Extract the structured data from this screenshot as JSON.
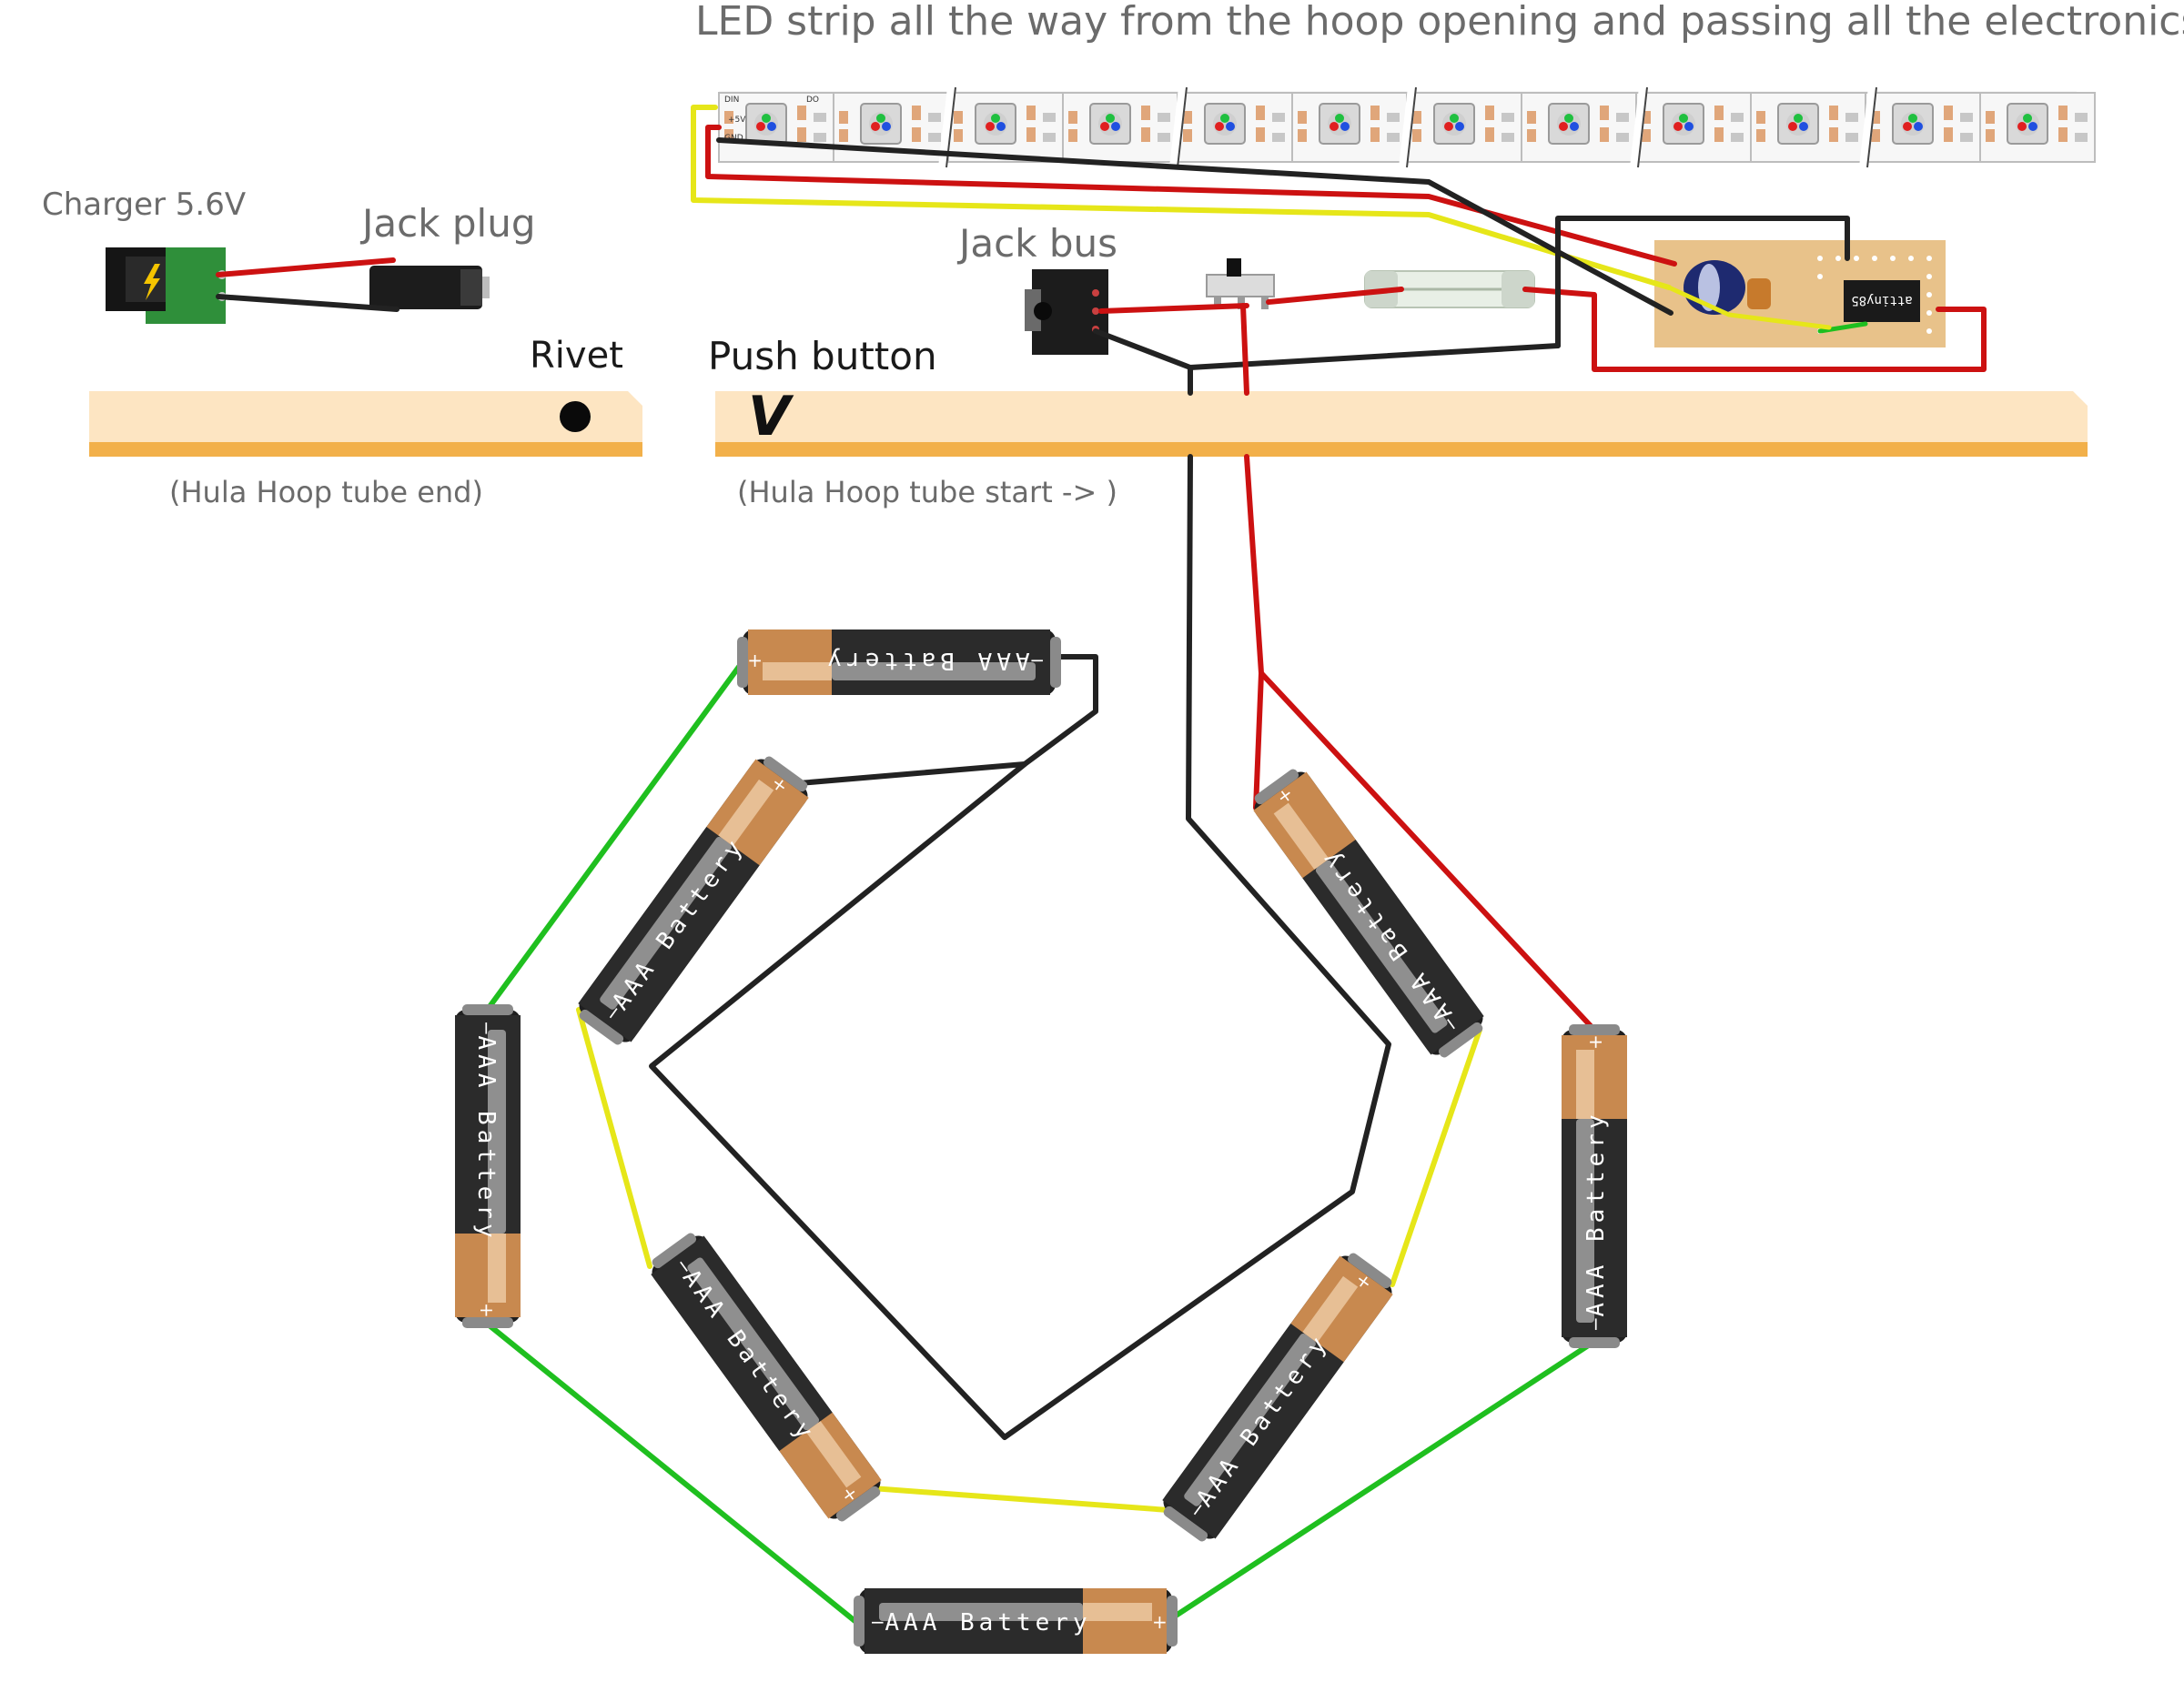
{
  "labels": {
    "strip": "LED strip all the way from the hoop opening and passing all the electronics",
    "charger": "Charger 5.6V",
    "jack_plug": "Jack plug",
    "jack_bus": "Jack bus",
    "rivet": "Rivet",
    "push_button": "Push button",
    "tube_end": "(Hula Hoop tube end)",
    "tube_start": "(Hula Hoop tube start -> )",
    "push_button_mark": "V"
  },
  "battery_label": "AAA Battery",
  "led_pins": {
    "din": "DIN",
    "do": "DO",
    "v5": "+5V",
    "gnd": "GND"
  },
  "chip_label": "attiny85",
  "colors": {
    "wire_red": "#cc1111",
    "wire_black": "#222222",
    "wire_green": "#1fbf1f",
    "wire_yellow": "#e6e619",
    "tube_fill": "#fde5c2",
    "tube_edge": "#f2b04a",
    "battery_body": "#2b2b2b",
    "battery_cap": "#c8894f",
    "strip_pcb": "#f4f4f4",
    "pcb_board": "#e8c28a"
  }
}
